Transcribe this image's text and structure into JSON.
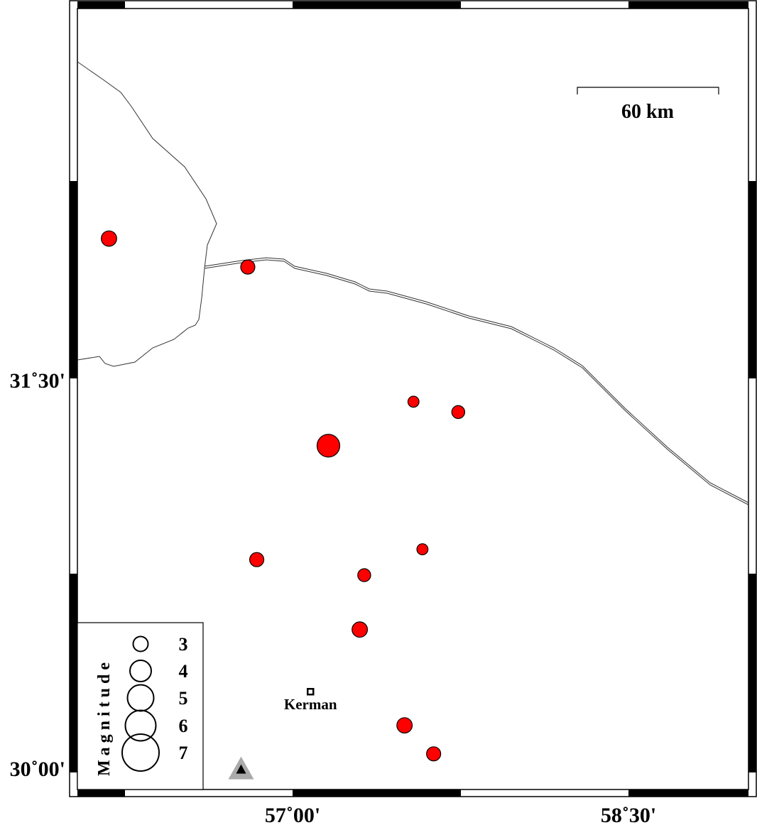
{
  "map": {
    "axes": {
      "x_ticks": [
        {
          "label": "57˚00'",
          "lon": 57.0
        },
        {
          "label": "58˚30'",
          "lon": 58.5
        }
      ],
      "y_ticks": [
        {
          "label": "31˚30'",
          "lat": 31.5
        },
        {
          "label": "30˚00'",
          "lat": 30.0
        }
      ]
    },
    "scale_bar": {
      "label": "60 km"
    },
    "legend": {
      "title": "Magnitude",
      "entries": [
        {
          "label": "3",
          "mag": 3
        },
        {
          "label": "4",
          "mag": 4
        },
        {
          "label": "5",
          "mag": 5
        },
        {
          "label": "6",
          "mag": 6
        },
        {
          "label": "7",
          "mag": 7
        }
      ]
    },
    "city": {
      "name": "Kerman",
      "lon": 57.08,
      "lat": 30.29
    },
    "station": {
      "lon": 56.77,
      "lat": 29.99,
      "color": "#000000",
      "halo": "#aaaaaa"
    },
    "event_color": "#ff0000",
    "events": [
      {
        "lon": 56.18,
        "lat": 32.04,
        "mag": 3.1
      },
      {
        "lon": 56.8,
        "lat": 31.93,
        "mag": 2.9
      },
      {
        "lon": 57.54,
        "lat": 31.41,
        "mag": 2.4
      },
      {
        "lon": 57.74,
        "lat": 31.37,
        "mag": 2.7
      },
      {
        "lon": 57.16,
        "lat": 31.24,
        "mag": 4.3
      },
      {
        "lon": 56.84,
        "lat": 30.8,
        "mag": 2.9
      },
      {
        "lon": 57.58,
        "lat": 30.84,
        "mag": 2.4
      },
      {
        "lon": 57.32,
        "lat": 30.74,
        "mag": 2.7
      },
      {
        "lon": 57.3,
        "lat": 30.53,
        "mag": 3.1
      },
      {
        "lon": 57.5,
        "lat": 30.16,
        "mag": 3.1
      },
      {
        "lon": 57.63,
        "lat": 30.05,
        "mag": 2.9
      }
    ]
  }
}
